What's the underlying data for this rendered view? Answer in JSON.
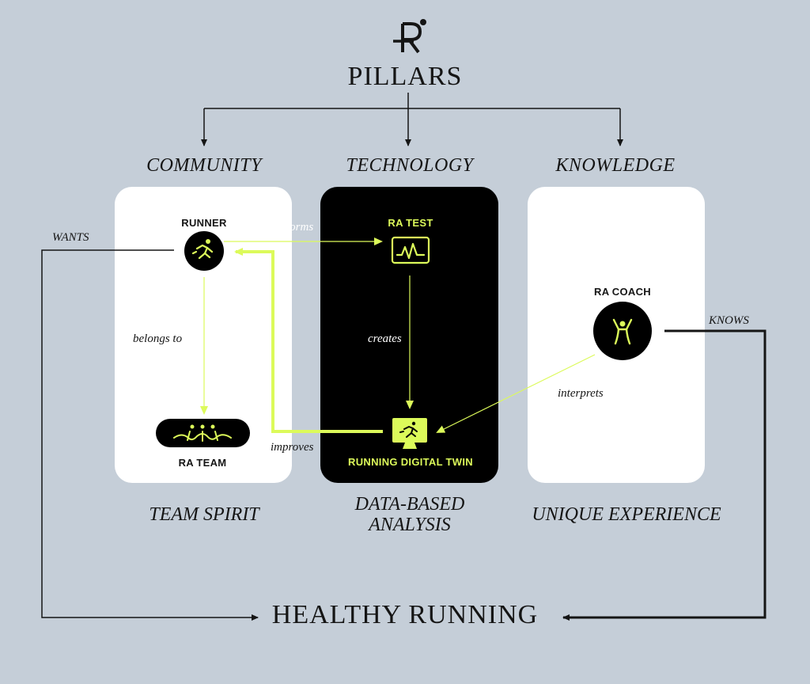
{
  "header": {
    "logo_icon": "ra-logo-icon",
    "title": "PILLARS"
  },
  "pillars": {
    "community": "COMMUNITY",
    "technology": "TECHNOLOGY",
    "knowledge": "KNOWLEDGE"
  },
  "nodes": {
    "runner": "RUNNER",
    "ra_test": "RA TEST",
    "ra_team": "RA TEAM",
    "digital_twin": "RUNNING DIGITAL TWIN",
    "ra_coach": "RA COACH"
  },
  "relations": {
    "wants": "WANTS",
    "performs": "performs",
    "belongs_to": "belongs to",
    "creates": "creates",
    "improves": "improves",
    "interprets": "interprets",
    "knows": "KNOWS"
  },
  "outcomes": {
    "team_spirit": "TEAM SPIRIT",
    "data_based_line1": "DATA-BASED",
    "data_based_line2": "ANALYSIS",
    "unique_experience": "UNIQUE EXPERIENCE"
  },
  "footer": {
    "healthy_running": "HEALTHY RUNNING"
  },
  "colors": {
    "background": "#c5ced8",
    "accent": "#dcfa5a",
    "ink": "#151515",
    "card_dark": "#000000",
    "card_light": "#ffffff"
  }
}
